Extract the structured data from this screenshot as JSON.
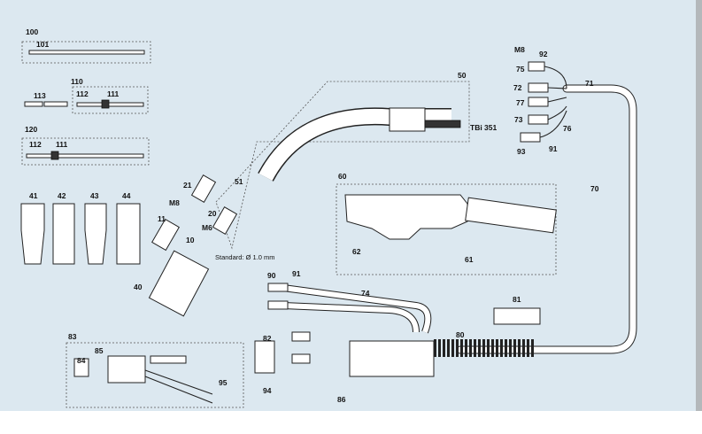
{
  "labels": {
    "p100": "100",
    "p101": "101",
    "p110": "110",
    "p111": "111",
    "p112": "112",
    "p113": "113",
    "p120": "120",
    "p120_111": "111",
    "p120_112": "112",
    "p41": "41",
    "p42": "42",
    "p43": "43",
    "p44": "44",
    "p40": "40",
    "p21": "21",
    "p11": "11",
    "p20": "20",
    "p10": "10",
    "m8a": "M8",
    "m6": "M6",
    "standard": "Standard: Ø 1.0 mm",
    "p51": "51",
    "p50": "50",
    "tbi": "TBi 351",
    "p60": "60",
    "p62": "62",
    "p61": "61",
    "p90": "90",
    "p91": "91",
    "p74": "74",
    "p81": "81",
    "p80": "80",
    "p82": "82",
    "p94": "94",
    "p86": "86",
    "p83": "83",
    "p84": "84",
    "p85": "85",
    "p95": "95",
    "p70": "70",
    "p71": "71",
    "m8b": "M8",
    "p92": "92",
    "p75": "75",
    "p72": "72",
    "p77": "77",
    "p73": "73",
    "p76": "76",
    "p93": "93",
    "p91b": "91"
  }
}
